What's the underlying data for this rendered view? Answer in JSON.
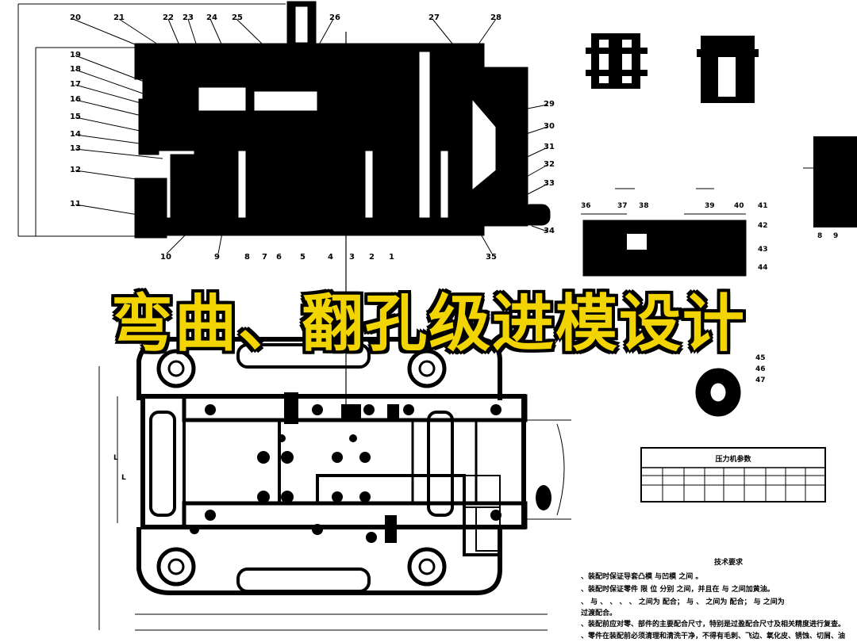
{
  "title_banner": "弯曲、翻孔级进模设计",
  "part_numbers": {
    "top_row": [
      "20",
      "21",
      "22",
      "23",
      "24",
      "25",
      "26",
      "27",
      "28"
    ],
    "left_col": [
      "19",
      "18",
      "17",
      "16",
      "15",
      "14",
      "13",
      "12",
      "11"
    ],
    "bottom_row": [
      "10",
      "9",
      "8",
      "7",
      "6",
      "5",
      "4",
      "3",
      "2",
      "1"
    ],
    "right_col": [
      "29",
      "30",
      "31",
      "32",
      "33",
      "34",
      "35"
    ],
    "right_view": [
      "36",
      "37",
      "38",
      "39",
      "40",
      "41",
      "42",
      "43",
      "44",
      "45",
      "46",
      "47"
    ]
  },
  "press_table": {
    "title": "压力机参数"
  },
  "tech_requirements": {
    "heading": "技术要求",
    "lines": [
      "、装配时保证导套凸模 与凹模 之间 。",
      "、装配时保证零件 限 位 分别 之间，并且在 与 之间加黄油。",
      "、 与 、 、 、 、 之间为 配合； 与 、 之间为 配合； 与 之间为",
      "过渡配合。",
      "、装配前应对零、部件的主要配合尺寸，特别是过盈配合尺寸及相关精度进行复查。",
      "、零件在装配前必须清理和清洗干净，不得有毛刺、飞边、氧化皮、锈蚀、切屑、油"
    ]
  },
  "dimension_labels": {
    "left_small": "L",
    "left_mid": "L"
  }
}
